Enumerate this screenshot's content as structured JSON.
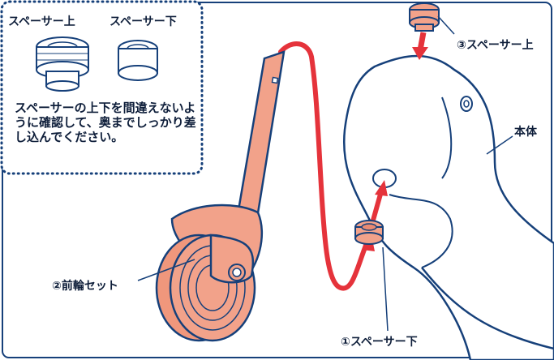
{
  "legend_box": {
    "upper_spacer_label": "スペーサー上",
    "lower_spacer_label": "スペーサー下",
    "instruction": "スペーサーの上下を間違えないように確認して、奥までしっかり差し込んでください。"
  },
  "callouts": {
    "upper_spacer": "③スペーサー上",
    "body": "本体",
    "front_wheel_set": "②前輪セット",
    "lower_spacer": "①スペーサー下"
  },
  "colors": {
    "outline": "#16407a",
    "salmon": "#f2a28a",
    "arrow_red": "#e5333b"
  }
}
